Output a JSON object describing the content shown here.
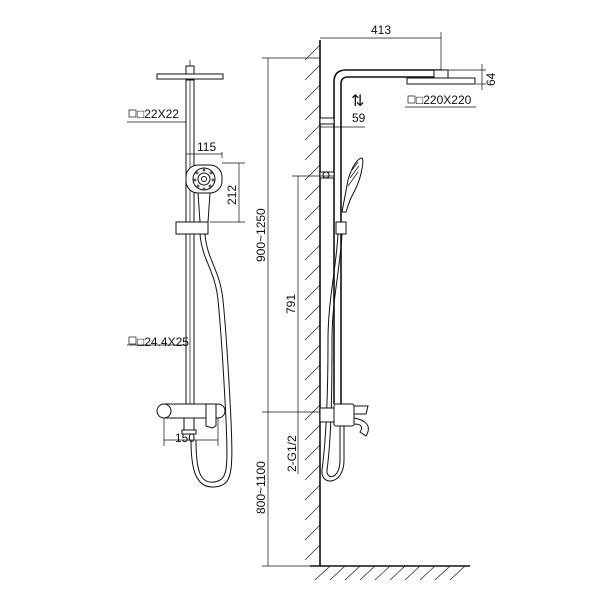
{
  "dimensions": {
    "top_width": "413",
    "head_thickness": "64",
    "head_size_right": "□220X220",
    "arm_offset": "59",
    "pipe_section_top": "□22X22",
    "handshower_width": "115",
    "handshower_height": "212",
    "adjust_range": "900~1250",
    "slide_height": "791",
    "pipe_section_lower": "□24.4X25",
    "inlet_spacing": "150",
    "inlet_thread": "2-G1/2",
    "install_height": "800~1100"
  },
  "adjust_arrow": "⇅"
}
